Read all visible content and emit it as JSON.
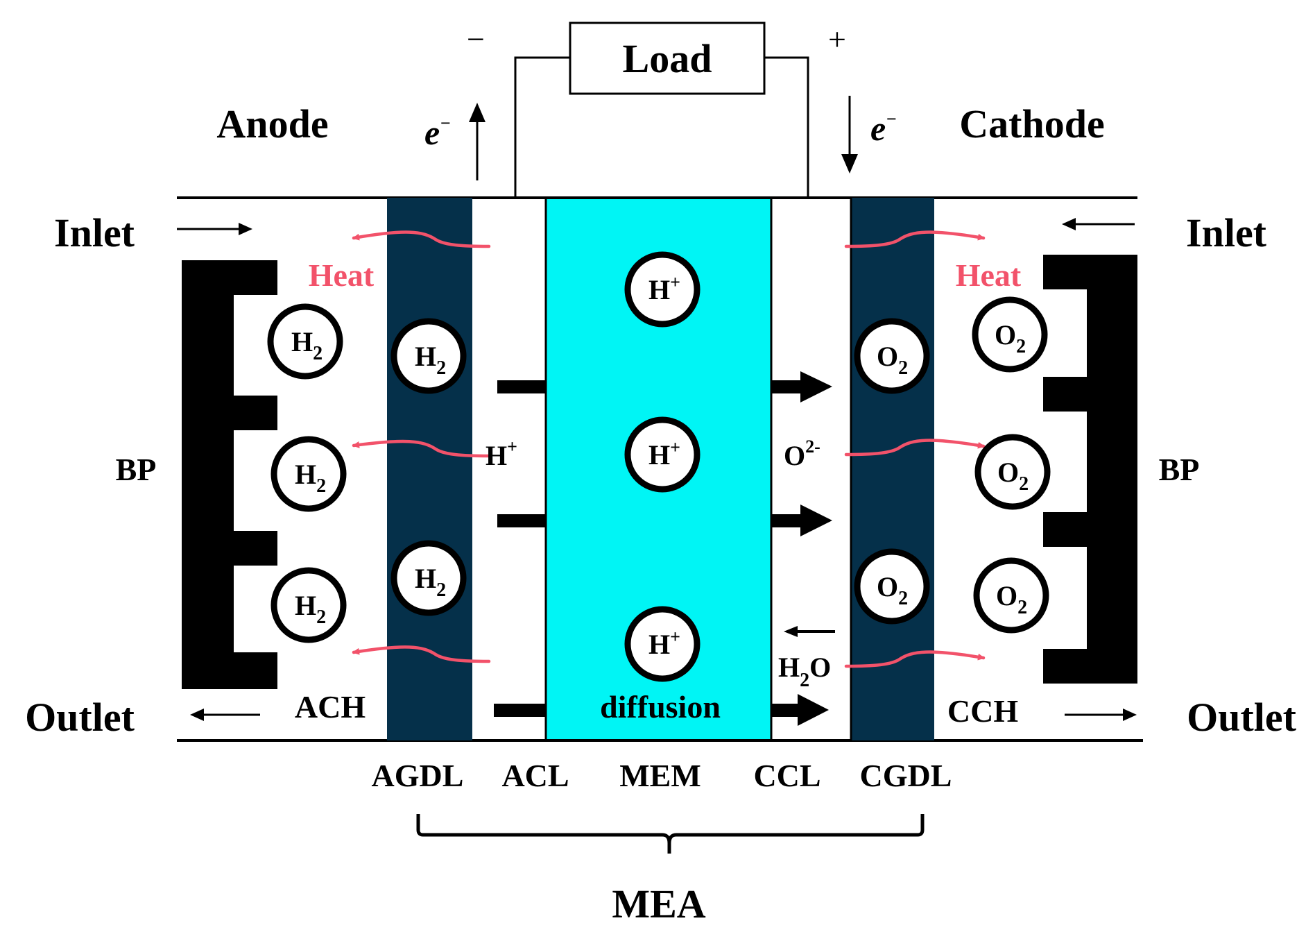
{
  "colors": {
    "membrane": "#00f5f5",
    "gdl": "#05304a",
    "heat": "#f2526a",
    "plate": "#000000"
  },
  "load": {
    "label": "Load",
    "minus": "−",
    "plus": "+"
  },
  "electron": {
    "base": "e",
    "sup": "−"
  },
  "sides": {
    "anode": "Anode",
    "cathode": "Cathode"
  },
  "flow": {
    "inlet": "Inlet",
    "outlet": "Outlet"
  },
  "plate_label": "BP",
  "heat_label": "Heat",
  "channels": {
    "anode": "ACH",
    "cathode": "CCH"
  },
  "layers": [
    "AGDL",
    "ACL",
    "MEM",
    "CCL",
    "CGDL"
  ],
  "group_label": "MEA",
  "species": {
    "h2": {
      "base": "H",
      "sub": "2"
    },
    "o2": {
      "base": "O",
      "sub": "2"
    },
    "proton": {
      "base": "H",
      "sup": "+"
    },
    "oxide": {
      "base": "O",
      "sup": "2-"
    },
    "water": {
      "a": "H",
      "sub": "2",
      "b": "O"
    }
  },
  "diffusion_label": "diffusion"
}
